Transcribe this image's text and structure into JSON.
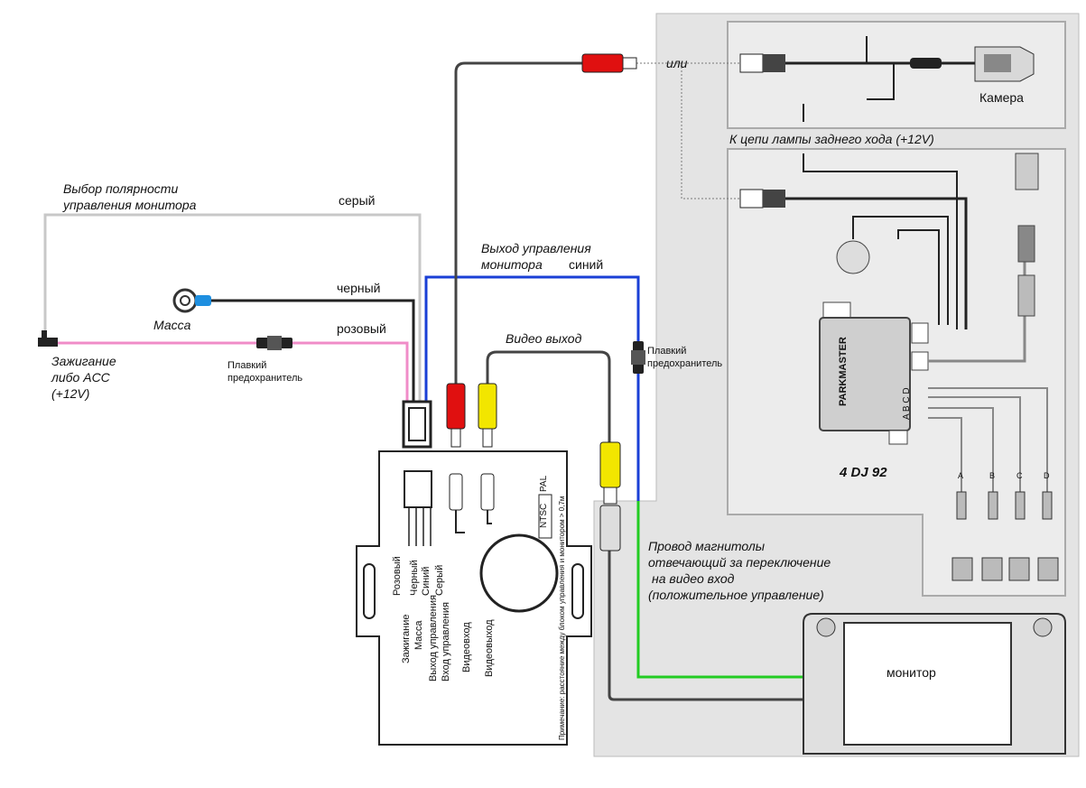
{
  "labels": {
    "polarity_title_1": "Выбор полярности",
    "polarity_title_2": "управления монитора",
    "gray": "серый",
    "black": "черный",
    "pink": "розовый",
    "blue": "синий",
    "monitor_ctrl_out_1": "Выход управления",
    "monitor_ctrl_out_2": "монитора",
    "ground": "Масса",
    "ignition_1": "Зажигание",
    "ignition_2": "либо ACC",
    "ignition_3": "(+12V)",
    "fuse_1": "Плавкий",
    "fuse_2": "предохранитель",
    "fuse2_1": "Плавкий",
    "fuse2_2": "предохранитель",
    "video_out": "Видео выход",
    "or": "или",
    "camera": "Камера",
    "reverse_lamp": "К цепи лампы заднего хода (+12V)",
    "parkmaster": "PARKMASTER",
    "abcd": "A B C D",
    "model": "4 DJ 92",
    "sensor_a": "A",
    "sensor_b": "B",
    "sensor_c": "C",
    "sensor_d": "D",
    "hu_wire_1": "Провод магнитолы",
    "hu_wire_2": "отвечающий за переключение",
    "hu_wire_3": "на видео вход",
    "hu_wire_4": "(положительное управление)",
    "monitor": "монитор",
    "box_pink": "Розовый",
    "box_black": "Черный",
    "box_blue": "Синий",
    "box_gray": "Серый",
    "box_ign": "Зажигание",
    "box_mass": "Масса",
    "box_ctrl_out": "Выход управления",
    "box_ctrl_in": "Вход управления",
    "box_vin": "Видеовход",
    "box_vout": "Видеовыход",
    "ntsc": "NTSC",
    "pal": "PAL",
    "note": "Примечание: расстояние между блоком управления и монитором > 0,7м"
  },
  "colors": {
    "gray_wire": "#c8c8c8",
    "pink_wire": "#f08cc8",
    "blue_wire": "#1a3fd6",
    "green_wire": "#22cc22",
    "black_wire": "#222222",
    "panel_bg": "#e4e4e4",
    "red_rca": "#e01010",
    "yellow_rca": "#f2e600"
  }
}
